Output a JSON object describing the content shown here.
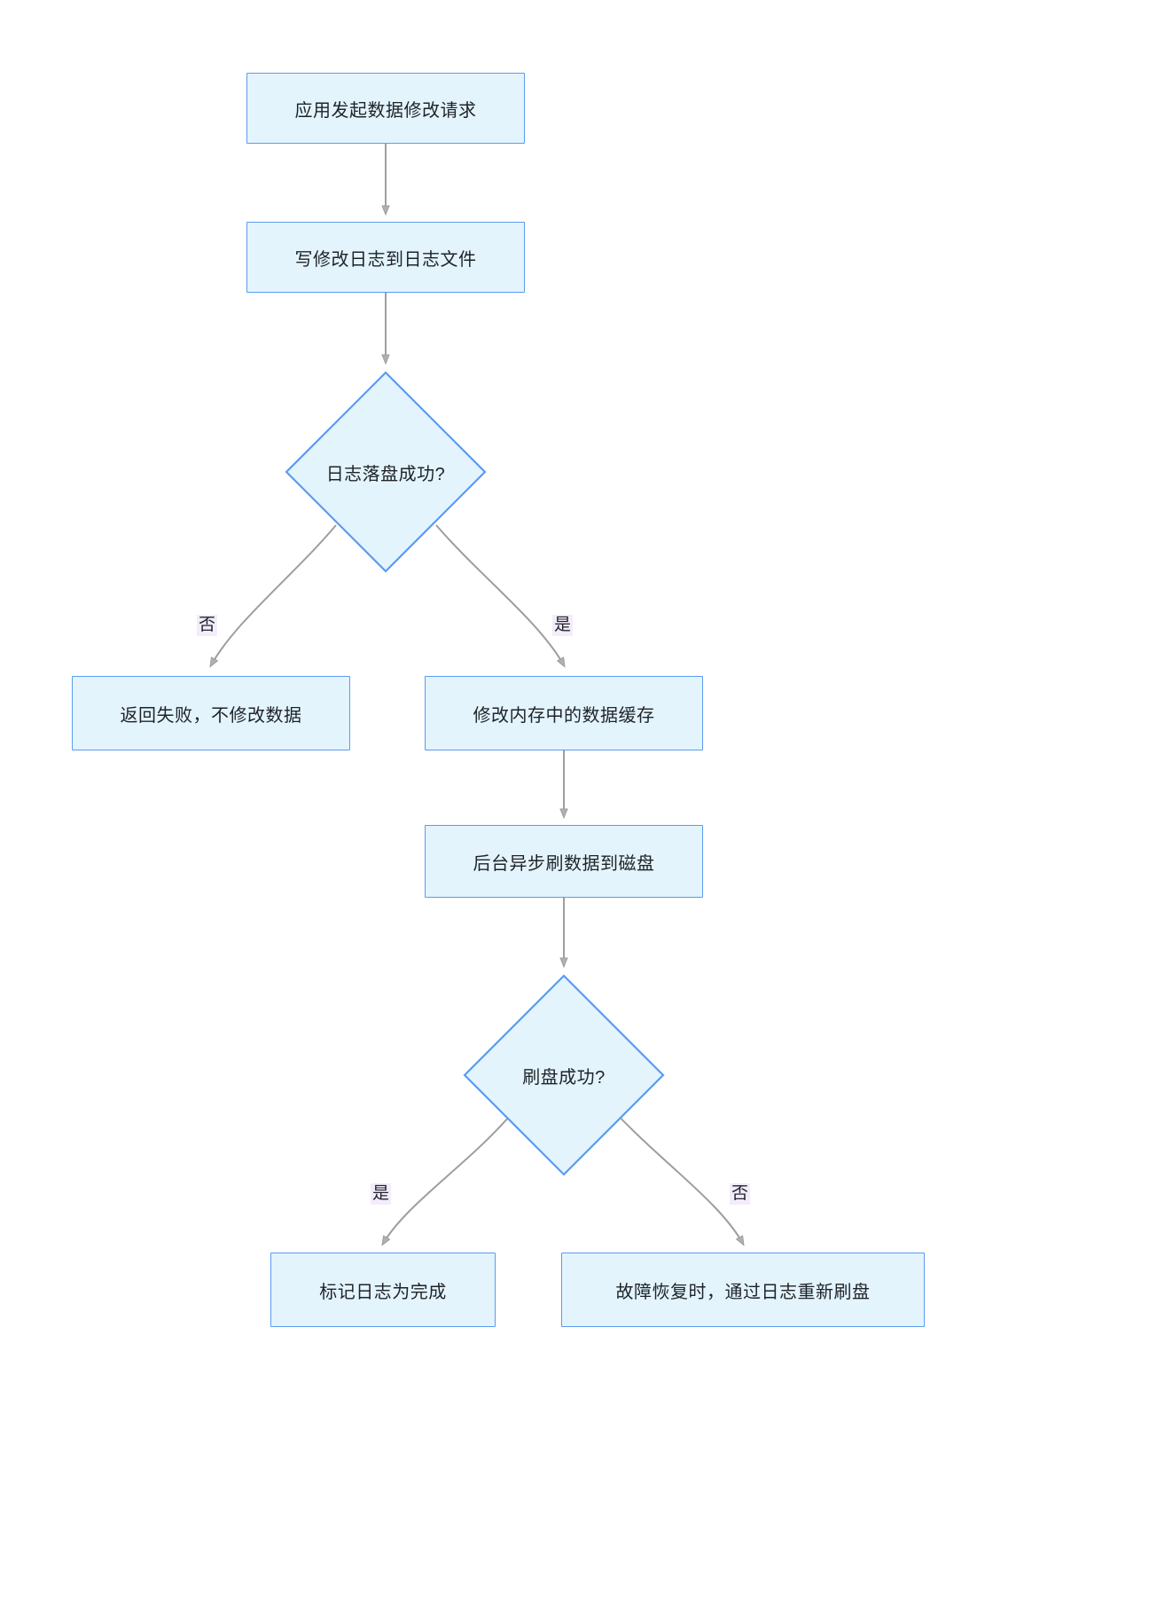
{
  "diagram": {
    "type": "flowchart",
    "direction": "top-down",
    "title": "",
    "theme": {
      "node_fill": "#e3f4fd",
      "node_stroke": "#5b9bf0",
      "edge_stroke": "#9e9e9e",
      "label_bg": "#f3ecfb",
      "text_color": "#1f2328",
      "background": "#ffffff"
    },
    "nodes": [
      {
        "id": "n1",
        "shape": "rect",
        "label": "应用发起数据修改请求"
      },
      {
        "id": "n2",
        "shape": "rect",
        "label": "写修改日志到日志文件"
      },
      {
        "id": "n3",
        "shape": "diamond",
        "label": "日志落盘成功?"
      },
      {
        "id": "n4",
        "shape": "rect",
        "label": "返回失败，不修改数据"
      },
      {
        "id": "n5",
        "shape": "rect",
        "label": "修改内存中的数据缓存"
      },
      {
        "id": "n6",
        "shape": "rect",
        "label": "后台异步刷数据到磁盘"
      },
      {
        "id": "n7",
        "shape": "diamond",
        "label": "刷盘成功?"
      },
      {
        "id": "n8",
        "shape": "rect",
        "label": "标记日志为完成"
      },
      {
        "id": "n9",
        "shape": "rect",
        "label": "故障恢复时，通过日志重新刷盘"
      }
    ],
    "edges": [
      {
        "from": "n1",
        "to": "n2",
        "label": ""
      },
      {
        "from": "n2",
        "to": "n3",
        "label": ""
      },
      {
        "from": "n3",
        "to": "n4",
        "label": "否"
      },
      {
        "from": "n3",
        "to": "n5",
        "label": "是"
      },
      {
        "from": "n5",
        "to": "n6",
        "label": ""
      },
      {
        "from": "n6",
        "to": "n7",
        "label": ""
      },
      {
        "from": "n7",
        "to": "n8",
        "label": "是"
      },
      {
        "from": "n7",
        "to": "n9",
        "label": "否"
      }
    ],
    "edge_labels": {
      "e3_no": "否",
      "e3_yes": "是",
      "e7_yes": "是",
      "e7_no": "否"
    }
  }
}
